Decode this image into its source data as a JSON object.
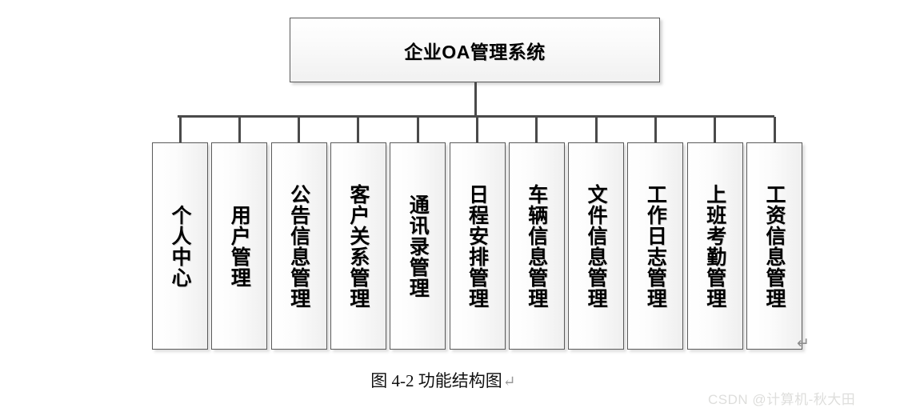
{
  "diagram": {
    "type": "org-chart",
    "root": {
      "label": "企业OA管理系统"
    },
    "children": [
      {
        "label": "个人中心"
      },
      {
        "label": "用户管理"
      },
      {
        "label": "公告信息管理"
      },
      {
        "label": "客户关系管理"
      },
      {
        "label": "通讯录管理"
      },
      {
        "label": "日程安排管理"
      },
      {
        "label": "车辆信息管理"
      },
      {
        "label": "文件信息管理"
      },
      {
        "label": "工作日志管理"
      },
      {
        "label": "上班考勤管理"
      },
      {
        "label": "工资信息管理"
      }
    ]
  },
  "caption": {
    "text": "图 4-2 功能结构图",
    "pilcrow": "↵"
  },
  "return_mark": {
    "glyph": "↵"
  },
  "watermark": {
    "text": "CSDN @计算机-秋大田"
  },
  "colors": {
    "border": "#5a5a5a",
    "connector": "#4a4a4a",
    "text": "#000000",
    "caption": "#111111",
    "watermark": "#dededc",
    "mark": "#8d8d8d"
  }
}
